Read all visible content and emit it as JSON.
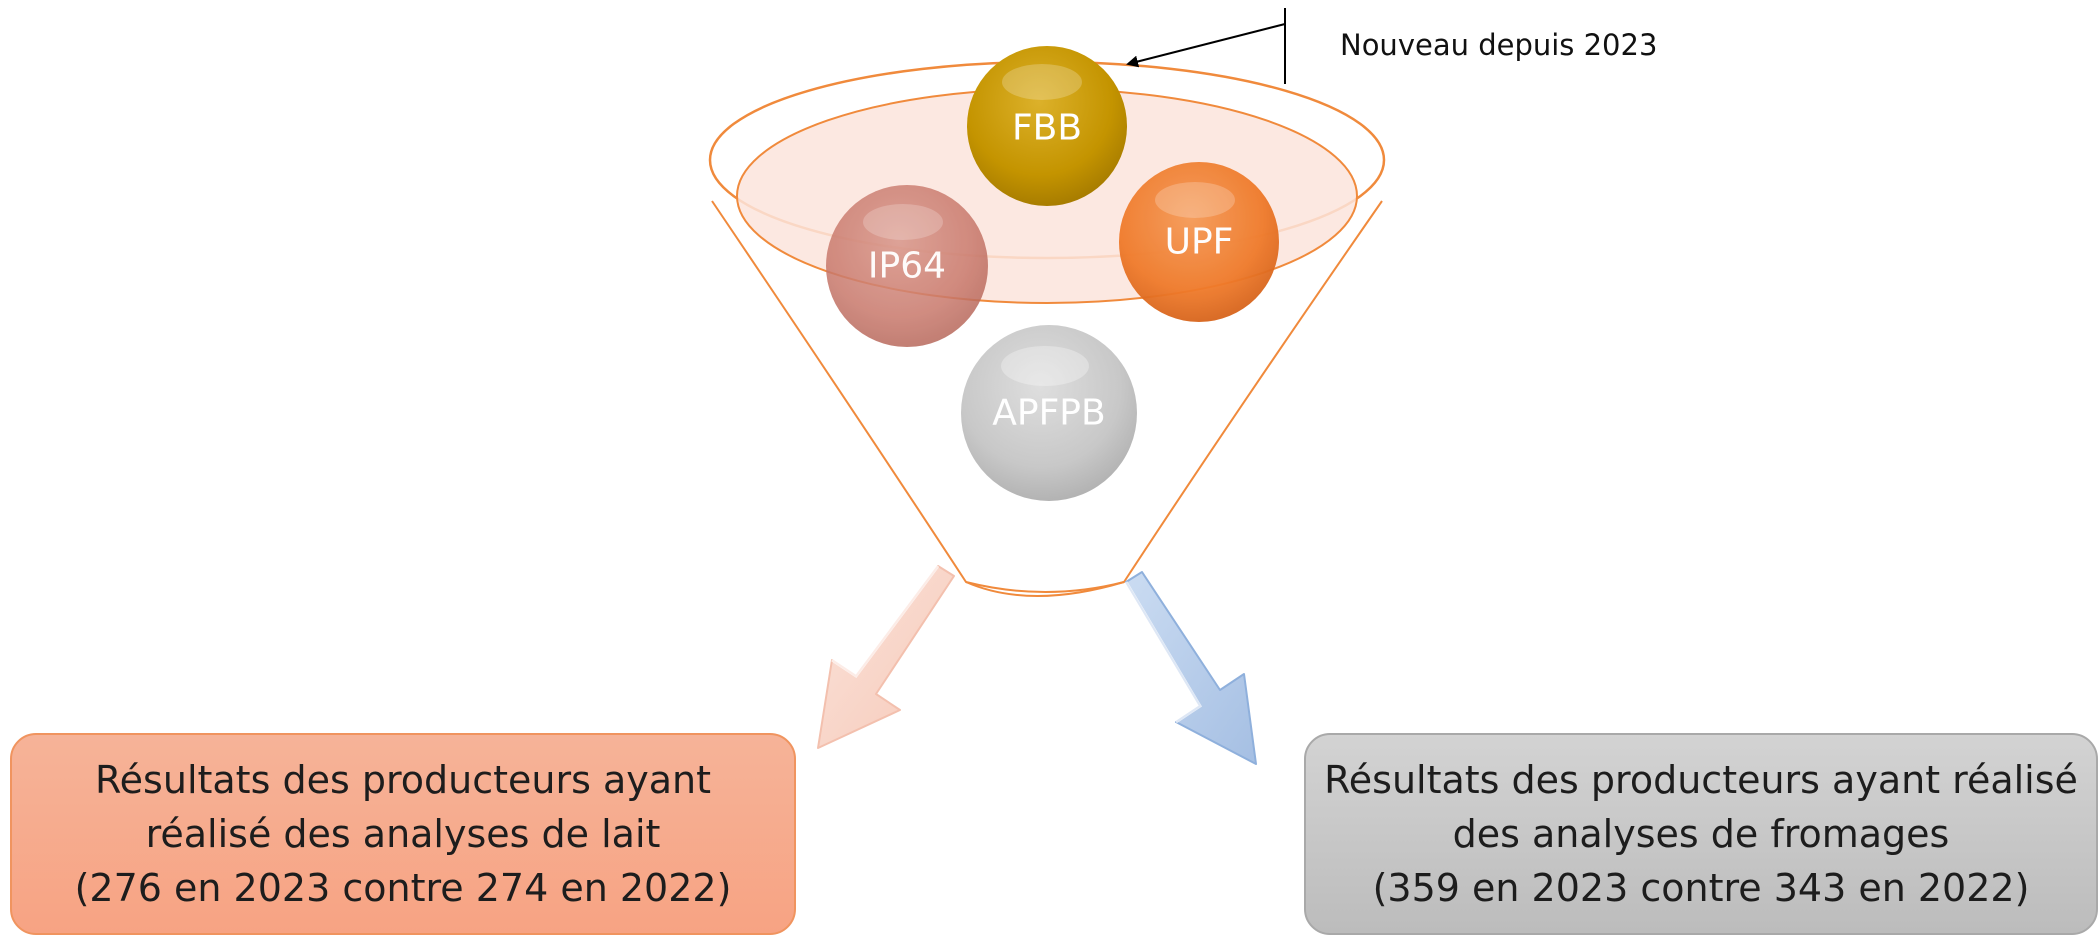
{
  "annotation": "Nouveau depuis 2023",
  "bubbles": {
    "fbb": {
      "label": "FBB",
      "color": "#c49400"
    },
    "upf": {
      "label": "UPF",
      "color": "#ef7a2a"
    },
    "ip64": {
      "label": "IP64",
      "color": "#c9796c"
    },
    "apfpb": {
      "label": "APFPB",
      "color": "#c4c4c4"
    }
  },
  "funnel": {
    "outline_color": "#f08a3c",
    "inner_fill": "#fbe4dc"
  },
  "arrows": {
    "left_color": "#f9d3c7",
    "right_color": "#b3c9e8"
  },
  "boxes": {
    "milk": {
      "line1": "Résultats des producteurs ayant",
      "line2": "réalisé des analyses de lait",
      "line3": "(276 en 2023 contre 274 en 2022)"
    },
    "cheese": {
      "line1": "Résultats des producteurs ayant réalisé",
      "line2": "des analyses de fromages",
      "line3": "(359 en 2023 contre 343 en 2022)"
    }
  }
}
